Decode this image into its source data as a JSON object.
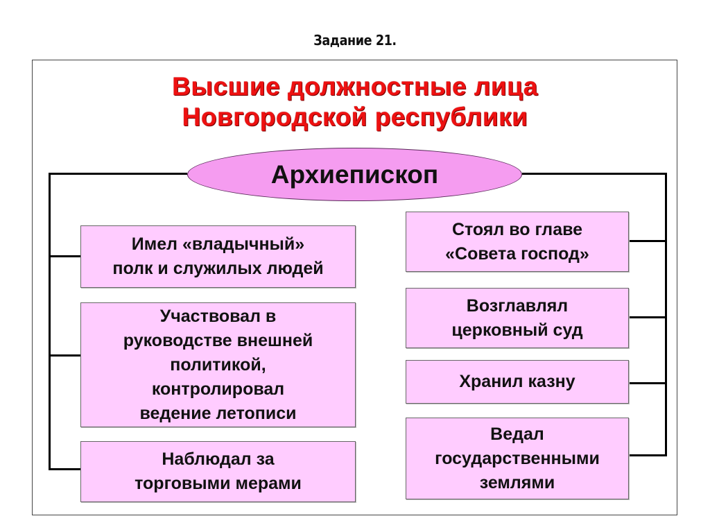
{
  "task_label": "Задание 21.",
  "title": "Высшие должностные лица\nНовгородской республики",
  "title_lines": [
    "Высшие должностные лица",
    "Новгородской республики"
  ],
  "center_node": "Архиепископ",
  "colors": {
    "title": "#ee1111",
    "ellipse_fill": "#f59cf0",
    "box_fill": "#ffccff",
    "connector": "#000000"
  },
  "left_boxes": [
    {
      "text": "Имел «владычный»\nполк и служилых людей"
    },
    {
      "text": "Участвовал в\nруководстве внешней\nполитикой,\nконтролировал\nведение летописи"
    },
    {
      "text": "Наблюдал за\nторговыми мерами"
    }
  ],
  "right_boxes": [
    {
      "text": "Стоял во главе\n«Совета господ»"
    },
    {
      "text": "Возглавлял\nцерковный суд"
    },
    {
      "text": "Хранил казну"
    },
    {
      "text": "Ведал\nгосударственными\nземлями"
    }
  ]
}
